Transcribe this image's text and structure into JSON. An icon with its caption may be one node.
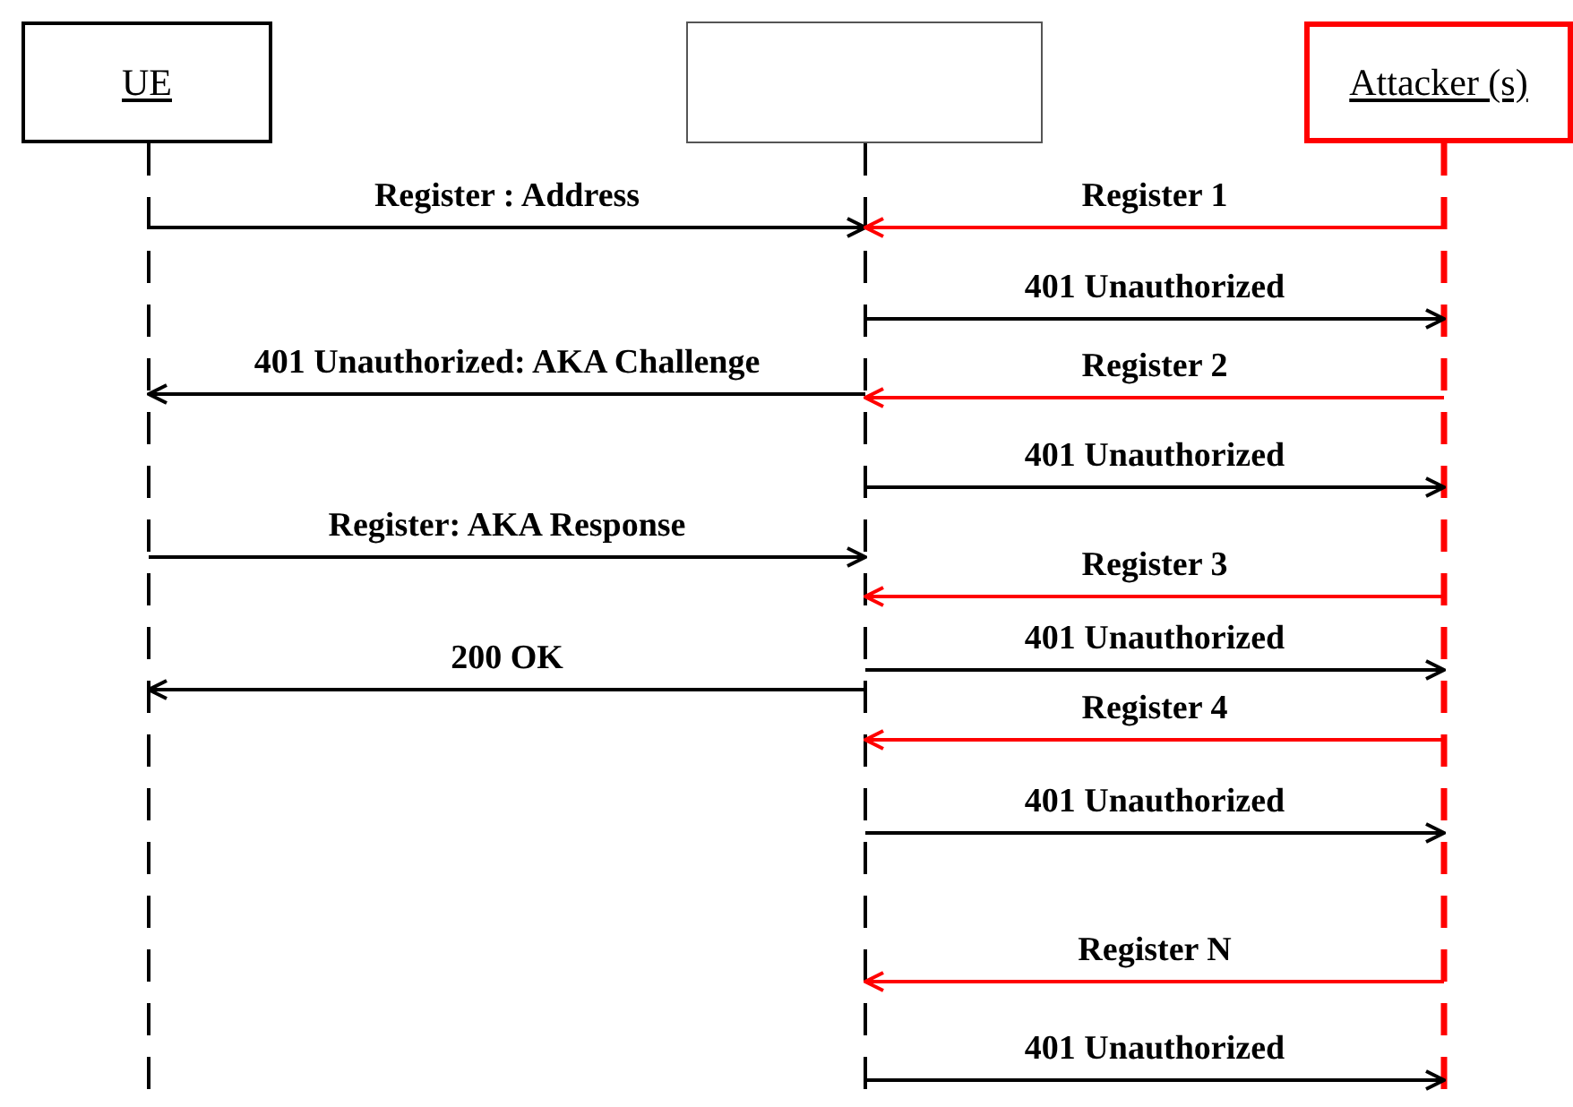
{
  "diagram": {
    "nodes": [
      {
        "text": [
          "UE"
        ]
      },
      {
        "text": [],
        "shape": "box"
      },
      {
        "text": [
          "Attacker (s)"
        ]
      }
    ],
    "edges": [
      {
        "from": 0,
        "to": 1,
        "arrow": "to",
        "label": "Register : Address"
      },
      {
        "from": 2,
        "to": 1,
        "arrow": "to",
        "label": "Register 1",
        "color": "#ff0000"
      },
      {
        "from": 1,
        "to": 2,
        "arrow": "to",
        "label": "401 Unauthorized"
      },
      {
        "from": 1,
        "to": 0,
        "arrow": "to",
        "label": "401 Unauthorized: AKA Challenge"
      },
      {
        "from": 2,
        "to": 1,
        "arrow": "to",
        "label": "Register 2",
        "color": "#ff0000"
      },
      {
        "from": 1,
        "to": 2,
        "arrow": "to",
        "label": "401 Unauthorized"
      },
      {
        "from": 0,
        "to": 1,
        "arrow": "to",
        "label": "Register: AKA Response"
      },
      {
        "from": 2,
        "to": 1,
        "arrow": "to",
        "label": "Register 3",
        "color": "#ff0000"
      },
      {
        "from": 1,
        "to": 2,
        "arrow": "to",
        "label": "401 Unauthorized"
      },
      {
        "from": 1,
        "to": 0,
        "arrow": "to",
        "label": "200 OK"
      },
      {
        "from": 2,
        "to": 1,
        "arrow": "to",
        "label": "Register 4",
        "color": "#ff0000"
      },
      {
        "from": 1,
        "to": 2,
        "arrow": "to",
        "label": "401 Unauthorized"
      },
      {
        "from": 2,
        "to": 1,
        "arrow": "to",
        "label": "Register N",
        "color": "#ff0000"
      },
      {
        "from": 1,
        "to": 2,
        "arrow": "to",
        "label": "401 Unauthorized"
      }
    ]
  }
}
